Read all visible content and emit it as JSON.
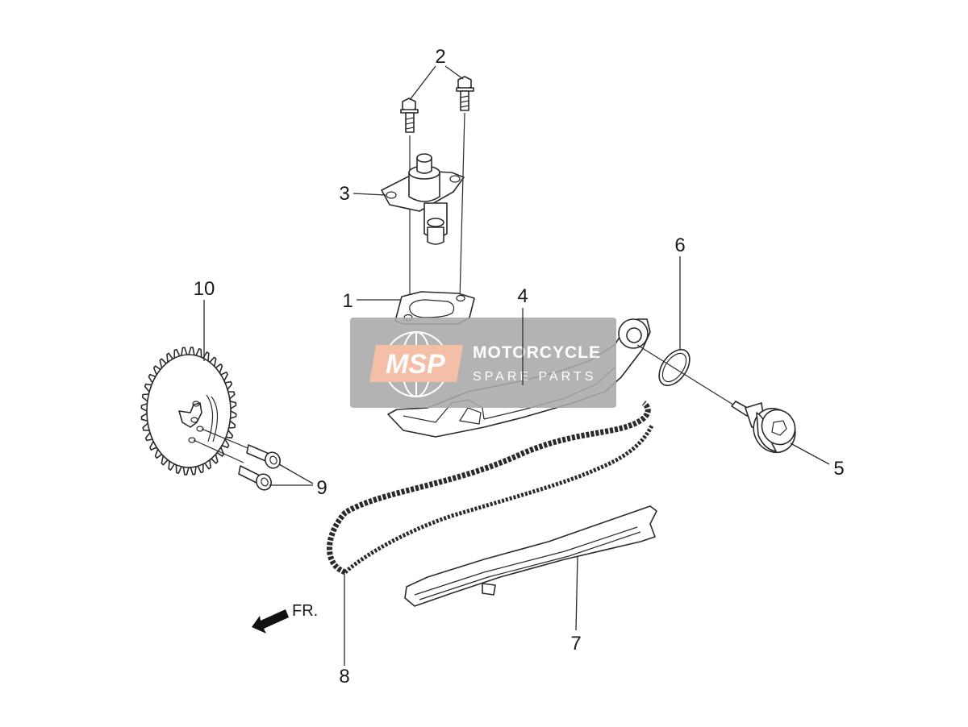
{
  "labels": {
    "p1": "1",
    "p2": "2",
    "p3": "3",
    "p4": "4",
    "p5": "5",
    "p6": "6",
    "p7": "7",
    "p8": "8",
    "p9": "9",
    "p10": "10"
  },
  "direction": {
    "text": "FR."
  },
  "watermark": {
    "logo": "MSP",
    "title": "MOTORCYCLE",
    "subtitle": "SPARE PARTS"
  },
  "colors": {
    "watermark_box": "#a9a9a9",
    "watermark_logo": "#f4b69a",
    "line": "#2a2a2a"
  }
}
